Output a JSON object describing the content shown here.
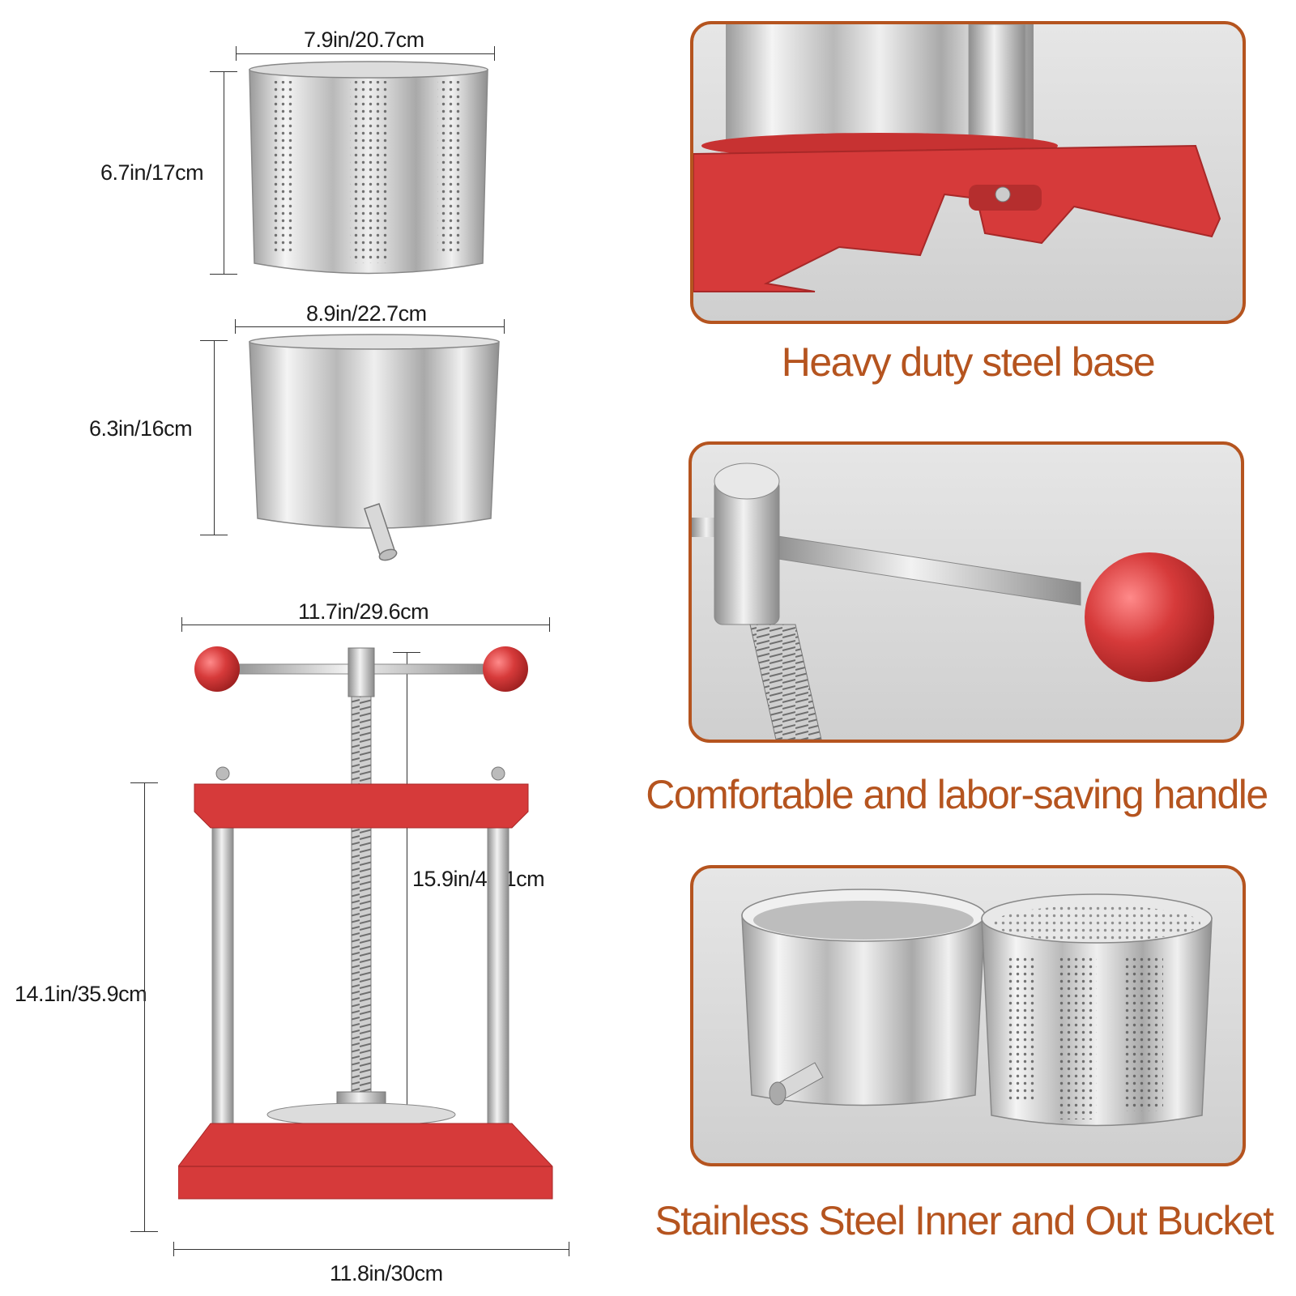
{
  "dimensions": {
    "inner_bucket_width": "7.9in/20.7cm",
    "inner_bucket_height": "6.7in/17cm",
    "outer_bucket_width": "8.9in/22.7cm",
    "outer_bucket_height": "6.3in/16cm",
    "handle_width": "11.7in/29.6cm",
    "screw_height": "15.9in/40.1cm",
    "frame_height": "14.1in/35.9cm",
    "base_width": "11.8in/30cm"
  },
  "features": [
    {
      "caption": "Heavy duty steel base"
    },
    {
      "caption": "Comfortable and labor-saving handle"
    },
    {
      "caption": "Stainless Steel Inner and Out Bucket"
    }
  ],
  "colors": {
    "accent_red": "#d63a3a",
    "caption_orange": "#b5541f",
    "steel": "#c8c8c8"
  }
}
